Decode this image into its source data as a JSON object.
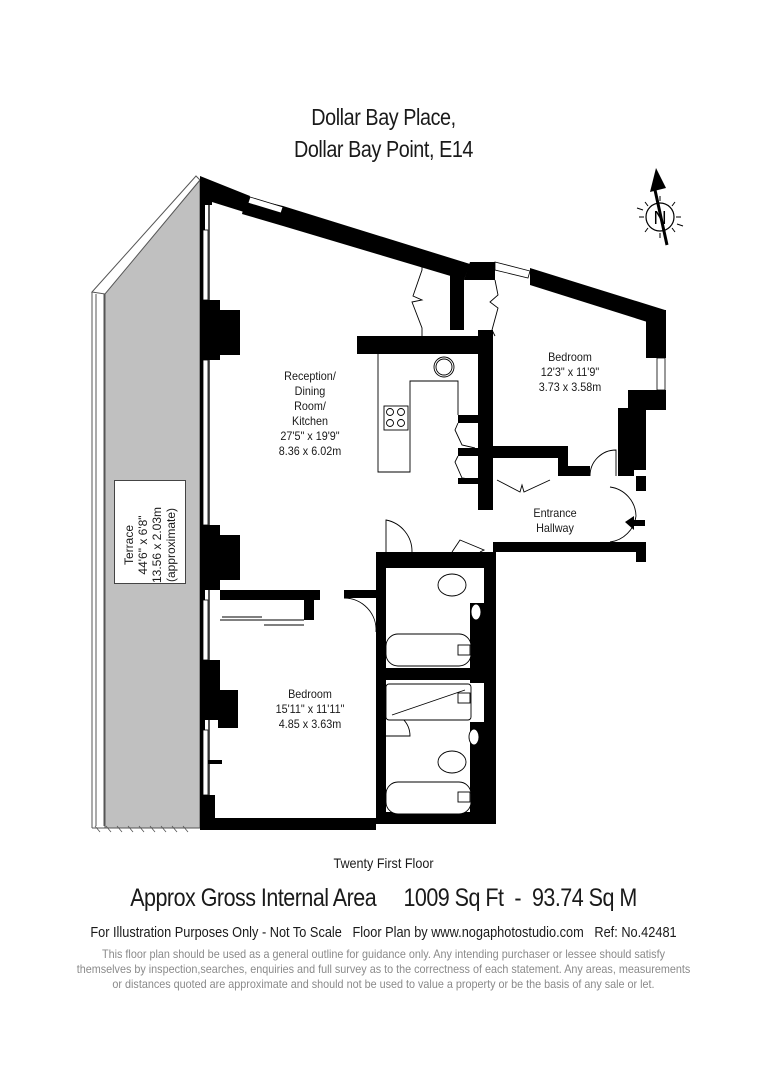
{
  "header": {
    "title_line1": "Dollar Bay Place,",
    "title_line2": "Dollar Bay Point, E14"
  },
  "compass": {
    "icon": "north-arrow-icon",
    "label": "N"
  },
  "rooms": [
    {
      "id": "reception",
      "name_lines": [
        "Reception/",
        "Dining",
        "Room/",
        "Kitchen"
      ],
      "imperial": "27'5\" x 19'9\"",
      "metric": "8.36 x 6.02m"
    },
    {
      "id": "bedroom-1",
      "name_lines": [
        "Bedroom"
      ],
      "imperial": "12'3\" x 11'9\"",
      "metric": "3.73 x 3.58m"
    },
    {
      "id": "bedroom-2",
      "name_lines": [
        "Bedroom"
      ],
      "imperial": "15'11\" x 11'11\"",
      "metric": "4.85 x 3.63m"
    },
    {
      "id": "hallway",
      "name_lines": [
        "Entrance",
        "Hallway"
      ]
    },
    {
      "id": "terrace",
      "name_lines": [
        "Terrace"
      ],
      "imperial": "44'6\" x 6'8\"",
      "metric": "13.56 x 2.03m",
      "note": "(approximate)"
    }
  ],
  "colors": {
    "wall": "#000000",
    "terrace_fill": "#c0c0c0",
    "fine_print": "#8a8a8a"
  },
  "footer": {
    "floor_name": "Twenty First Floor",
    "area_label": "Approx Gross Internal Area",
    "area_sqft": "1009 Sq Ft",
    "area_separator": "-",
    "area_sqm": "93.74 Sq M",
    "illustration_note": "For Illustration Purposes Only - Not To Scale",
    "credit": "Floor Plan by www.nogaphotostudio.com",
    "ref": "Ref: No.42481",
    "fine_print": [
      "This floor plan should be used as a general outline for guidance only. Any intending purchaser or lessee should satisfy",
      "themselves by inspection,searches, enquiries and full survey as to the correctness of each statement. Any areas, measurements",
      "or distances quoted are approximate and should not be used to value a property or be the basis of any sale or let."
    ]
  }
}
